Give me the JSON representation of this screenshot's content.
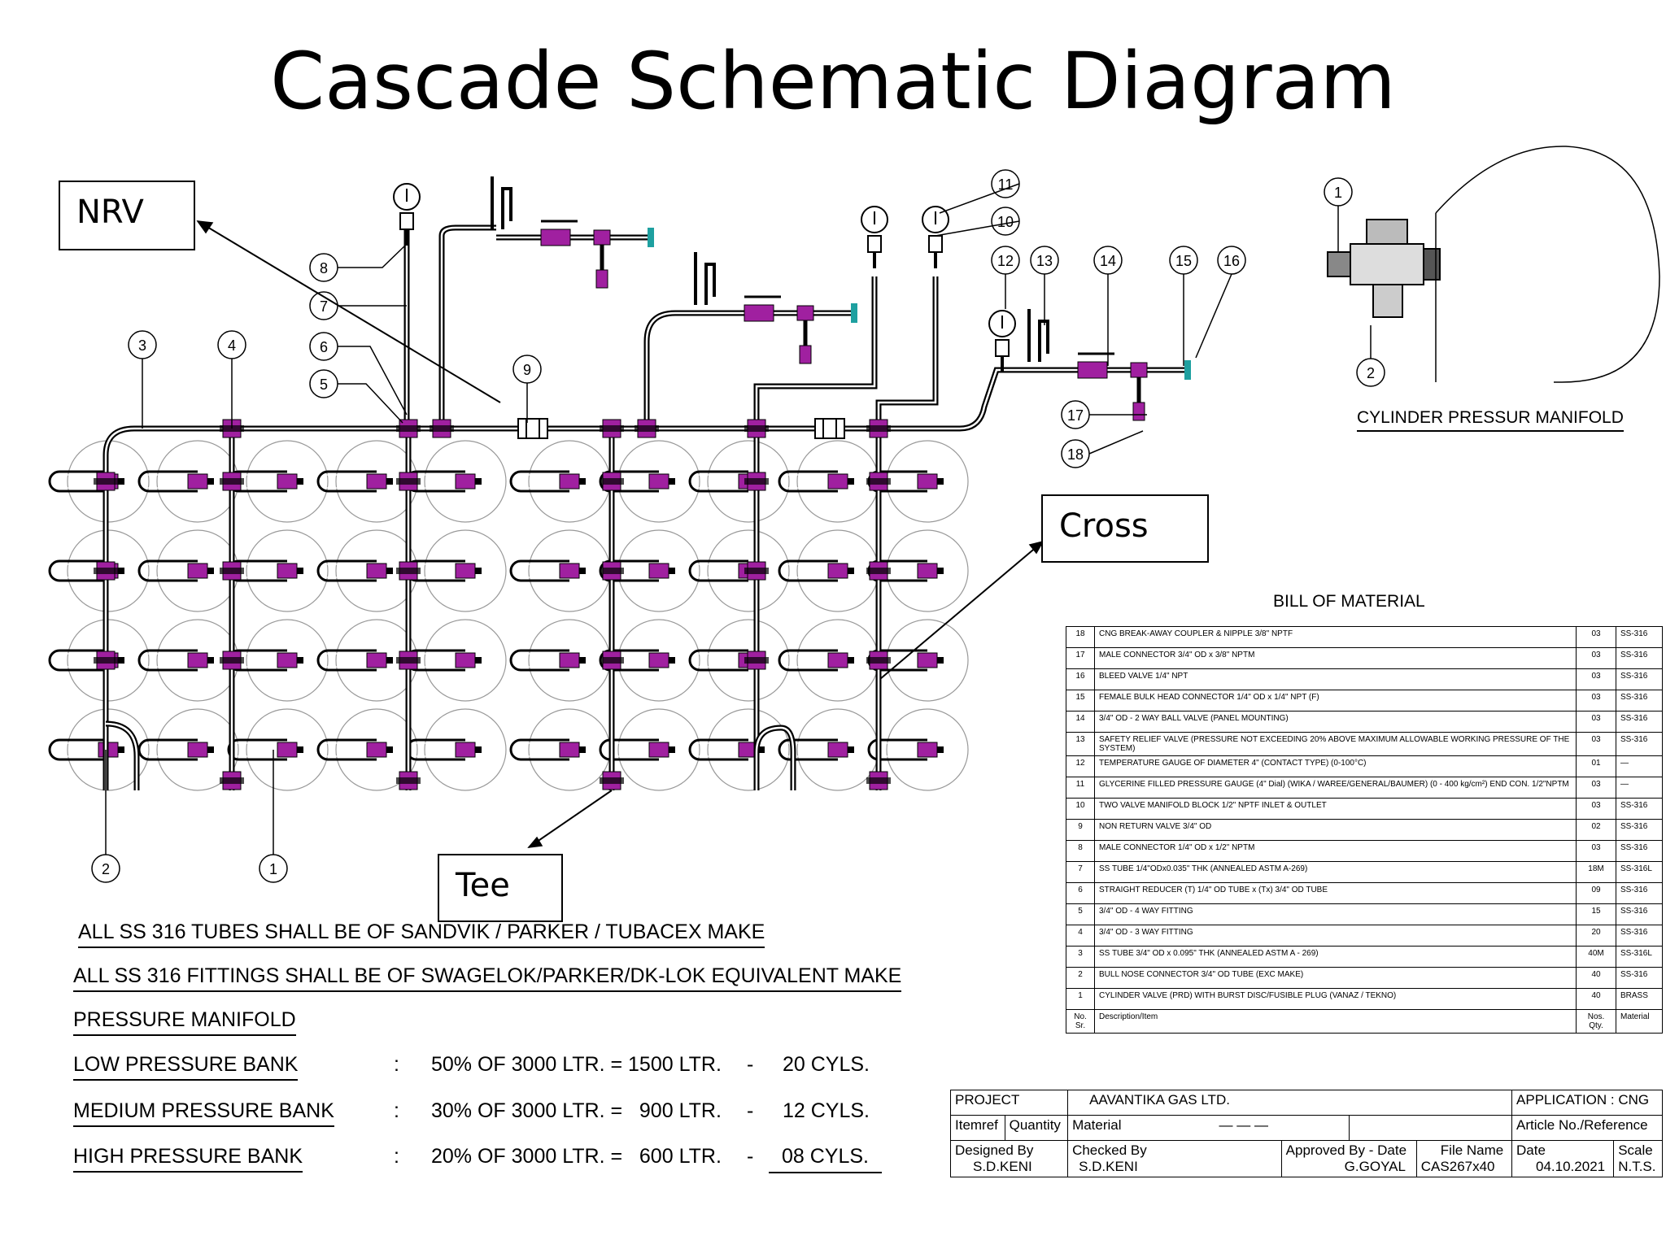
{
  "title": "Cascade Schematic Diagram",
  "callouts": {
    "nrv": "NRV",
    "cross": "Cross",
    "tee": "Tee"
  },
  "balloons": [
    "1",
    "2",
    "3",
    "4",
    "5",
    "6",
    "7",
    "8",
    "9",
    "10",
    "11",
    "12",
    "13",
    "14",
    "15",
    "16",
    "17",
    "18"
  ],
  "cylinder_manifold_label": "CYLINDER PRESSUR MANIFOLD",
  "notes": [
    "ALL SS 316 TUBES SHALL BE OF SANDVIK / PARKER / TUBACEX MAKE",
    "ALL SS 316 FITTINGS SHALL BE OF SWAGELOK/PARKER/DK-LOK EQUIVALENT MAKE",
    "PRESSURE MANIFOLD"
  ],
  "banks": [
    {
      "name": "LOW PRESSURE BANK",
      "sep": ":",
      "calc": "50% OF 3000 LTR. = 1500 LTR.",
      "dash": "-",
      "cyls": "20 CYLS."
    },
    {
      "name": "MEDIUM PRESSURE BANK",
      "sep": ":",
      "calc": "30% OF 3000 LTR. =   900 LTR.",
      "dash": "-",
      "cyls": "12 CYLS."
    },
    {
      "name": "HIGH PRESSURE BANK",
      "sep": ":",
      "calc": "20% OF 3000 LTR. =   600 LTR.",
      "dash": "-",
      "cyls": "08 CYLS."
    }
  ],
  "bom": {
    "title": "BILL OF MATERIAL",
    "rows": [
      {
        "sr": "18",
        "desc": "CNG BREAK-AWAY COUPLER & NIPPLE 3/8\" NPTF",
        "qty": "03",
        "mat": "SS-316"
      },
      {
        "sr": "17",
        "desc": "MALE CONNECTOR 3/4\" OD x 3/8\" NPTM",
        "qty": "03",
        "mat": "SS-316"
      },
      {
        "sr": "16",
        "desc": "BLEED VALVE 1/4\" NPT",
        "qty": "03",
        "mat": "SS-316"
      },
      {
        "sr": "15",
        "desc": "FEMALE BULK HEAD CONNECTOR 1/4\" OD x 1/4\" NPT (F)",
        "qty": "03",
        "mat": "SS-316"
      },
      {
        "sr": "14",
        "desc": "3/4\" OD - 2 WAY BALL VALVE (PANEL MOUNTING)",
        "qty": "03",
        "mat": "SS-316"
      },
      {
        "sr": "13",
        "desc": "SAFETY RELIEF VALVE (PRESSURE NOT EXCEEDING 20% ABOVE MAXIMUM ALLOWABLE WORKING PRESSURE OF THE SYSTEM)",
        "qty": "03",
        "mat": "SS-316"
      },
      {
        "sr": "12",
        "desc": "TEMPERATURE GAUGE OF DIAMETER 4\" (CONTACT TYPE) (0-100°C)",
        "qty": "01",
        "mat": "—"
      },
      {
        "sr": "11",
        "desc": "GLYCERINE FILLED PRESSURE GAUGE (4\" Dial) (WIKA / WAREE/GENERAL/BAUMER) (0 - 400 kg/cm²)   END CON. 1/2\"NPTM",
        "qty": "03",
        "mat": "—"
      },
      {
        "sr": "10",
        "desc": "TWO VALVE MANIFOLD BLOCK 1/2\" NPTF INLET & OUTLET",
        "qty": "03",
        "mat": "SS-316"
      },
      {
        "sr": "9",
        "desc": "NON RETURN VALVE 3/4\" OD",
        "qty": "02",
        "mat": "SS-316"
      },
      {
        "sr": "8",
        "desc": "MALE CONNECTOR 1/4\" OD x 1/2\" NPTM",
        "qty": "03",
        "mat": "SS-316"
      },
      {
        "sr": "7",
        "desc": "SS TUBE 1/4\"ODx0.035\" THK (ANNEALED ASTM A-269)",
        "qty": "18M",
        "mat": "SS-316L"
      },
      {
        "sr": "6",
        "desc": "STRAIGHT REDUCER (T) 1/4\" OD TUBE x (Tx) 3/4\" OD TUBE",
        "qty": "09",
        "mat": "SS-316"
      },
      {
        "sr": "5",
        "desc": "3/4\" OD - 4 WAY FITTING",
        "qty": "15",
        "mat": "SS-316"
      },
      {
        "sr": "4",
        "desc": "3/4\" OD - 3 WAY FITTING",
        "qty": "20",
        "mat": "SS-316"
      },
      {
        "sr": "3",
        "desc": "SS TUBE 3/4\" OD x 0.095\" THK (ANNEALED ASTM A - 269)",
        "qty": "40M",
        "mat": "SS-316L"
      },
      {
        "sr": "2",
        "desc": "BULL NOSE CONNECTOR 3/4\" OD TUBE (EXC MAKE)",
        "qty": "40",
        "mat": "SS-316"
      },
      {
        "sr": "1",
        "desc": "CYLINDER VALVE (PRD) WITH BURST DISC/FUSIBLE PLUG (VANAZ / TEKNO)",
        "qty": "40",
        "mat": "BRASS"
      }
    ],
    "header": {
      "sr": "No. Sr.",
      "desc": "Description/Item",
      "qty": "Nos. Qty.",
      "mat": "Material"
    }
  },
  "title_block": {
    "project_label": "PROJECT",
    "project_value": "AAVANTIKA GAS LTD.",
    "application": "APPLICATION : CNG",
    "itemref": "Itemref",
    "quantity": "Quantity",
    "material": "Material",
    "material_value": "— — —",
    "article": "Article No./Reference",
    "designed_by_label": "Designed By",
    "designed_by": "S.D.KENI",
    "checked_by_label": "Checked By",
    "checked_by": "S.D.KENI",
    "approved_by_label": "Approved By - Date",
    "approved_by": "G.GOYAL",
    "file_name_label": "File Name",
    "file_name": "CAS267x40",
    "date_label": "Date",
    "date": "04.10.2021",
    "scale_label": "Scale",
    "scale": "N.T.S."
  },
  "colors": {
    "fitting": "#a020a0",
    "valve_accent": "#1ea0a0",
    "line": "#000000"
  }
}
